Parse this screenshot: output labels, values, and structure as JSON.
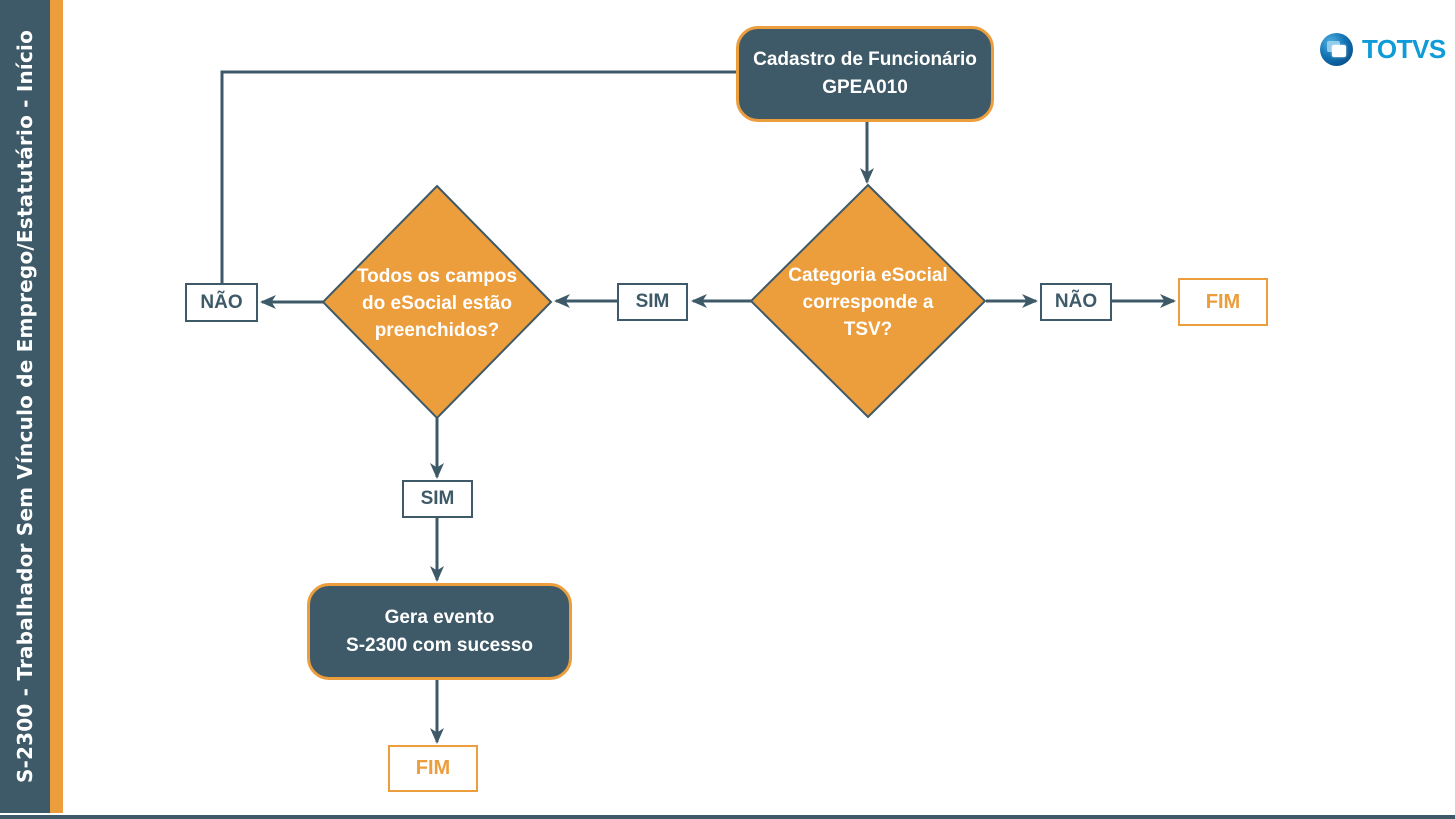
{
  "page": {
    "title_vertical": "S-2300 - Trabalhador Sem Vínculo de Emprego/Estatutário - Início"
  },
  "logo": {
    "brand": "TOTVS"
  },
  "colors": {
    "teal": "#3E5A68",
    "orange": "#EC9D3C",
    "white": "#FFFFFF",
    "logo_blue": "#0E9BD8"
  },
  "flow": {
    "start_box": {
      "line1": "Cadastro de Funcionário",
      "line2": "GPEA010"
    },
    "decision_tsv": {
      "line1": "Categoria eSocial",
      "line2": "corresponde a",
      "line3": "TSV?"
    },
    "decision_campos": {
      "line1": "Todos os campos",
      "line2": "do eSocial estão",
      "line3": "preenchidos?"
    },
    "success_box": {
      "line1": "Gera evento",
      "line2": "S-2300 com sucesso"
    },
    "label_nao_left": "NÃO",
    "label_sim_middle": "SIM",
    "label_nao_right": "NÃO",
    "label_fim_right": "FIM",
    "label_sim_bottom": "SIM",
    "label_fim_bottom": "FIM"
  }
}
